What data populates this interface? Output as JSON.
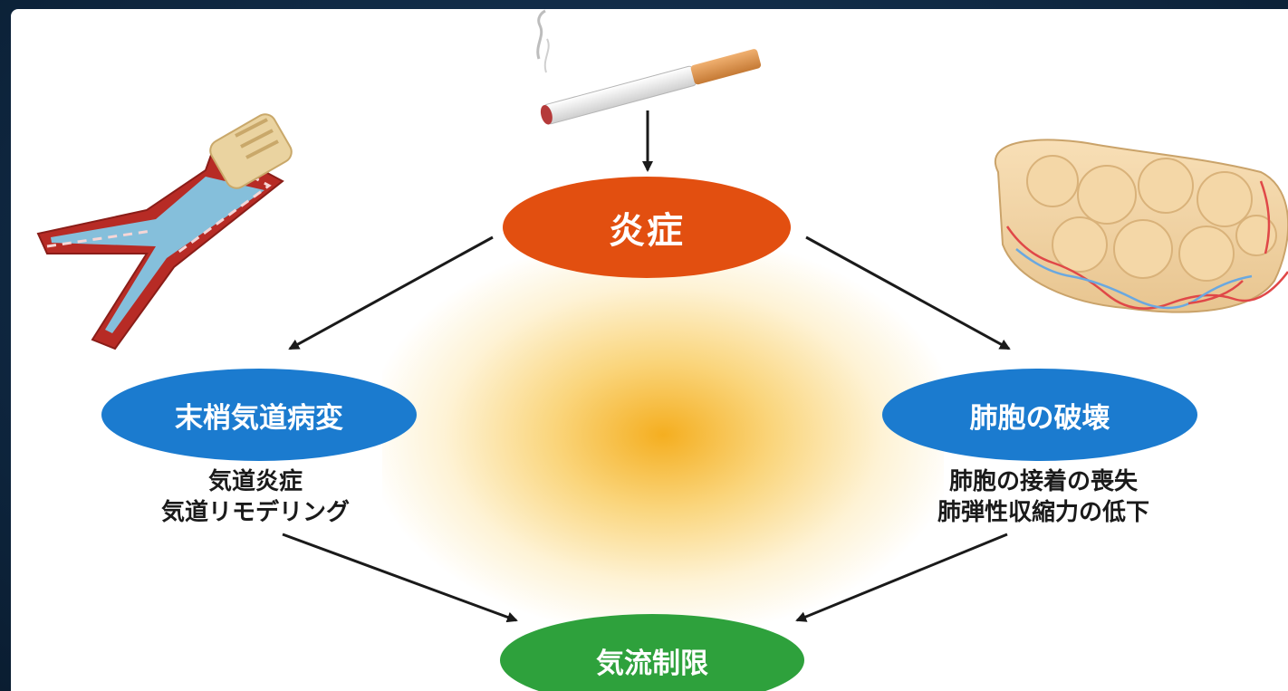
{
  "nodes": {
    "inflammation": "炎症",
    "airway_disease": "末梢気道病変",
    "alveolar_destruction": "肺胞の破壊",
    "airflow_limitation": "気流制限"
  },
  "airway_details": [
    "気道炎症",
    "気道リモデリング"
  ],
  "alveolar_details": [
    "肺胞の接着の喪失",
    "肺弾性収縮力の低下"
  ],
  "colors": {
    "inflammation": "#e24f10",
    "airway_disease": "#1b7bcf",
    "alveolar_destruction": "#1b7bcf",
    "airflow_limitation": "#2ea13c",
    "center_glow": "#f4aa14"
  },
  "icons": [
    "cigarette-icon",
    "bronchus-icon",
    "alveoli-icon"
  ]
}
